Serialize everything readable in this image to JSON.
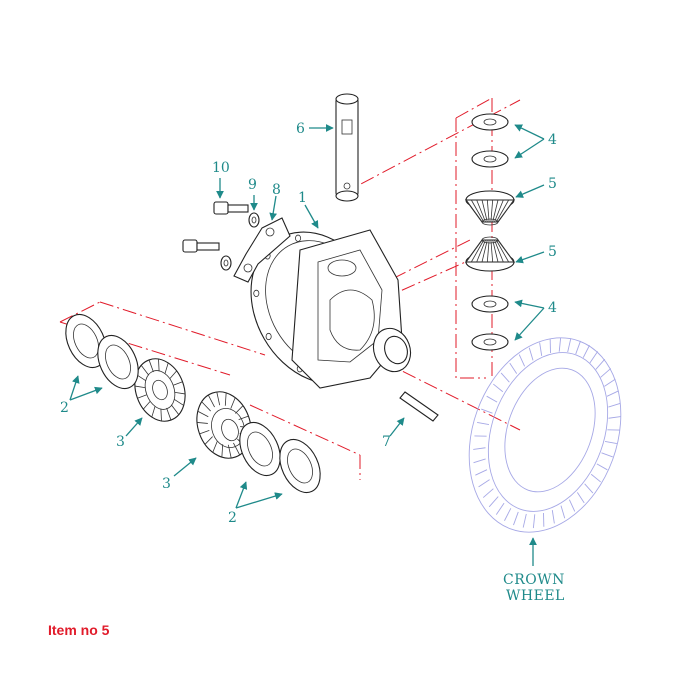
{
  "caption": "Item no 5",
  "crown_wheel": {
    "line1": "CROWN",
    "line2": "WHEEL"
  },
  "callouts": {
    "c1": "1",
    "c2a": "2",
    "c2b": "2",
    "c3a": "3",
    "c3b": "3",
    "c4a": "4",
    "c4b": "4",
    "c5a": "5",
    "c5b": "5",
    "c6": "6",
    "c7": "7",
    "c8": "8",
    "c9": "9",
    "c10": "10"
  },
  "colors": {
    "callout": "#1f8a8a",
    "centerline": "#e11b2a",
    "caption": "#e11b2a",
    "crown_wheel": "#a6a8e6"
  }
}
